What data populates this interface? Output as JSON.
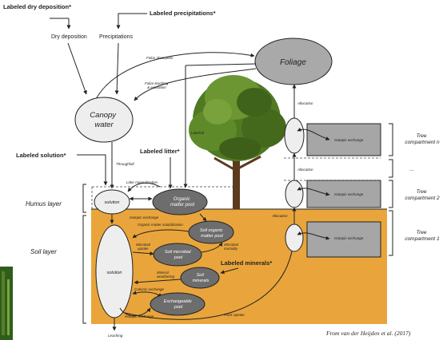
{
  "inputs": {
    "dry_deposition_label": "Labeled dry deposition*",
    "dry_deposition": "Dry deposition",
    "precipitations_label": "Labeled precipitations*",
    "precipitations": "Precipitations",
    "solution_label": "Labeled solution*",
    "litter_label": "Labeled litter*",
    "minerals_label": "Labeled minerals*"
  },
  "compartments": {
    "canopy_water": [
      "Canopy",
      "water"
    ],
    "foliage": "Foliage",
    "humus_solution": "solution",
    "organic_matter_pool": [
      "Organic",
      "matter pool"
    ],
    "soil_solution": "solution",
    "soil_organic_matter_pool": [
      "Soil organic",
      "matter pool"
    ],
    "soil_microbial_pool": [
      "Soil microbial",
      "pool"
    ],
    "soil_minerals": [
      "Soil",
      "minerals"
    ],
    "exchangeable_pool": [
      "Exchangeable",
      "pool"
    ]
  },
  "flows": {
    "foliar_absorption": "Foliar absorption",
    "foliar_leaching": [
      "Foliar leaching",
      "& exudation"
    ],
    "throughfall": "Throughfall",
    "litterfall": "Litterfall",
    "litter_mineralization": "Litter mineralization",
    "isotopic_exchange_humus": "Isotopic exchange",
    "organic_matter_solubilization": "Organic matter solubilization",
    "microbial_uptake": [
      "Microbial",
      "uptake"
    ],
    "microbial_mortality": [
      "Microbial",
      "mortality"
    ],
    "mineral_weathering": [
      "Mineral",
      "weathering"
    ],
    "cationic_exchange": "Cationic exchange",
    "isotopic_exchange_soil": "Isotopic exchange",
    "plant_uptake": "Plant Uptake",
    "leaching": "Leaching",
    "allocation": "Allocation"
  },
  "layers": {
    "humus": "Humus layer",
    "soil": "Soil layer"
  },
  "tree": {
    "isotopic_exchange": "Isotopic exchange",
    "compartment_n": [
      "Tree",
      "compartment n"
    ],
    "ellipsis": "...",
    "compartment_2": [
      "Tree",
      "compartment 2"
    ],
    "compartment_1": [
      "Tree",
      "compartment 1"
    ]
  },
  "citation": "From van der Heijden et al. (2017)",
  "colors": {
    "soil": "#e9a53b",
    "box": "#a6a6a6",
    "pool": "#6d6d6d",
    "ellipse_light": "#eeeeee",
    "foliage": "#a9a9a9",
    "tree_green": "#4f7a22"
  }
}
